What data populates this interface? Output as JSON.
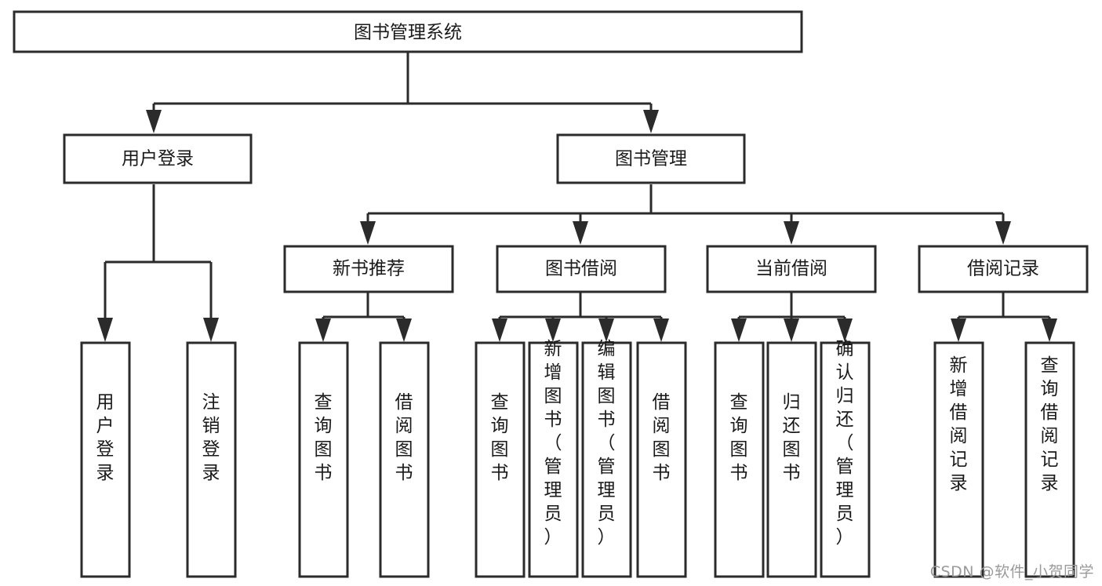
{
  "diagram": {
    "type": "tree",
    "title": "图书管理系统",
    "orientation": "top-down",
    "watermark": "CSDN @软件_小贺同学",
    "colors": {
      "stroke": "#2b2b2b",
      "fill": "#ffffff",
      "text": "#1a1a1a",
      "watermark": "#9a9a9a",
      "background": "#ffffff"
    },
    "nodes": {
      "root": {
        "label": "图书管理系统",
        "orientation": "horizontal"
      },
      "level2": [
        {
          "id": "user-login",
          "label": "用户登录",
          "orientation": "horizontal"
        },
        {
          "id": "book-manage",
          "label": "图书管理",
          "orientation": "horizontal"
        }
      ],
      "level3": [
        {
          "id": "new-book-recommend",
          "label": "新书推荐",
          "orientation": "horizontal"
        },
        {
          "id": "book-borrow",
          "label": "图书借阅",
          "orientation": "horizontal"
        },
        {
          "id": "current-borrow",
          "label": "当前借阅",
          "orientation": "horizontal"
        },
        {
          "id": "borrow-record",
          "label": "借阅记录",
          "orientation": "horizontal"
        }
      ],
      "leaves": {
        "user_login": [
          {
            "id": "leaf-user-login",
            "label": "用户登录",
            "orientation": "vertical"
          },
          {
            "id": "leaf-logout-login",
            "label": "注销登录",
            "orientation": "vertical"
          }
        ],
        "new_book_recommend": [
          {
            "id": "leaf-query-book-1",
            "label": "查询图书",
            "orientation": "vertical"
          },
          {
            "id": "leaf-borrow-book-1",
            "label": "借阅图书",
            "orientation": "vertical"
          }
        ],
        "book_borrow": [
          {
            "id": "leaf-query-book-2",
            "label": "查询图书",
            "orientation": "vertical"
          },
          {
            "id": "leaf-add-book",
            "label": "新增图书（管理员）",
            "orientation": "vertical"
          },
          {
            "id": "leaf-edit-book",
            "label": "编辑图书（管理员）",
            "orientation": "vertical"
          },
          {
            "id": "leaf-borrow-book-2",
            "label": "借阅图书",
            "orientation": "vertical"
          }
        ],
        "current_borrow": [
          {
            "id": "leaf-query-book-3",
            "label": "查询图书",
            "orientation": "vertical"
          },
          {
            "id": "leaf-return-book",
            "label": "归还图书",
            "orientation": "vertical"
          },
          {
            "id": "leaf-confirm-return",
            "label": "确认归还（管理员）",
            "orientation": "vertical"
          }
        ],
        "borrow_record": [
          {
            "id": "leaf-add-record",
            "label": "新增借阅记录",
            "orientation": "vertical"
          },
          {
            "id": "leaf-query-record",
            "label": "查询借阅记录",
            "orientation": "vertical"
          }
        ]
      }
    }
  }
}
